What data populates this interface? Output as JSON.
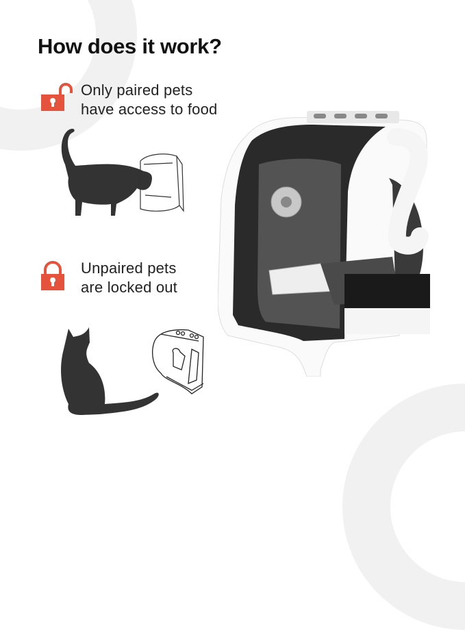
{
  "title": "How does it work?",
  "features": [
    {
      "icon": "lock-open-icon",
      "line1": "Only paired pets",
      "line2": "have access to food"
    },
    {
      "icon": "lock-closed-icon",
      "line1": "Unpaired pets",
      "line2": "are locked out"
    }
  ],
  "colors": {
    "accent": "#e5533d",
    "text": "#222222",
    "silhouette": "#333333",
    "background_ring": "#f1f1f1"
  }
}
